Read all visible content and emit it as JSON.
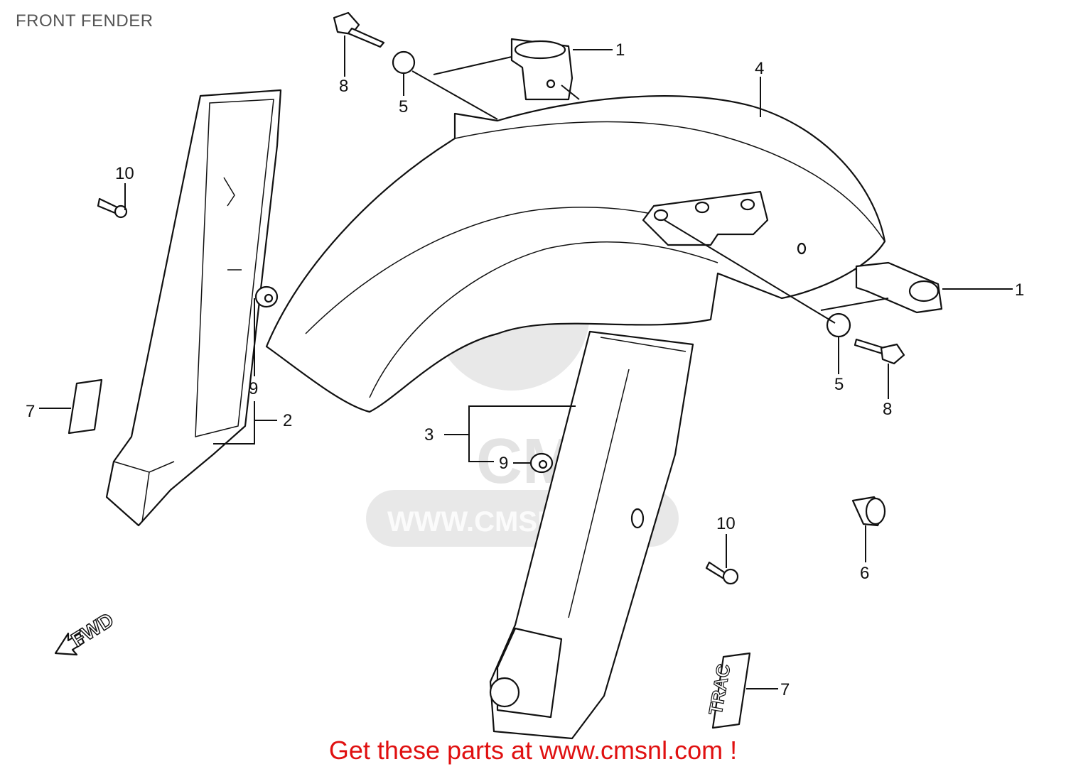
{
  "title": "FRONT FENDER",
  "banner": "Get these parts at www.cmsnl.com !",
  "banner_color": "#e01010",
  "watermark": {
    "logo": "CMS",
    "url": "WWW.CMSNL.COM"
  },
  "direction_marker": "FWD",
  "decal_text": "TRAC",
  "callouts": {
    "c1a": "1",
    "c1b": "1",
    "c2": "2",
    "c3": "3",
    "c4": "4",
    "c5a": "5",
    "c5b": "5",
    "c6": "6",
    "c7a": "7",
    "c7b": "7",
    "c8a": "8",
    "c8b": "8",
    "c9a": "9",
    "c9b": "9",
    "c10a": "10",
    "c10b": "10"
  }
}
